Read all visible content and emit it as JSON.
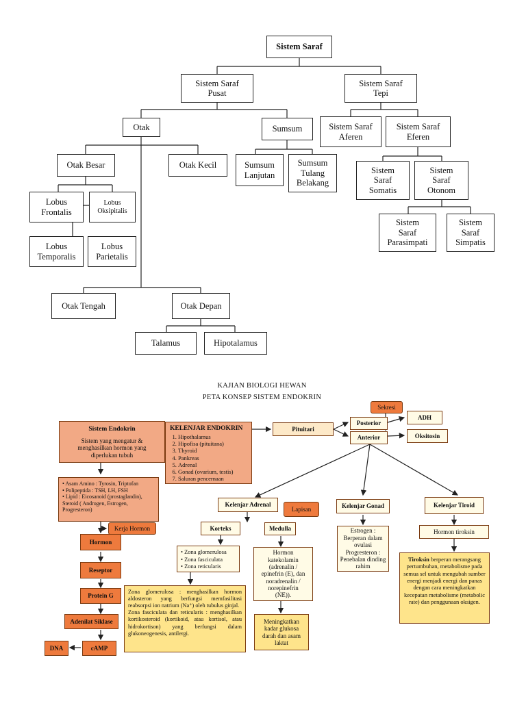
{
  "saraf": {
    "root": "Sistem Saraf",
    "pusat": "Sistem Saraf\nPusat",
    "tepi": "Sistem Saraf\nTepi",
    "otak": "Otak",
    "sumsum": "Sumsum",
    "aferen": "Sistem Saraf\nAferen",
    "eferen": "Sistem Saraf\nEferen",
    "otak_besar": "Otak Besar",
    "otak_kecil": "Otak Kecil",
    "sumsum_lanjutan": "Sumsum\nLanjutan",
    "sumsum_tulang": "Sumsum\nTulang\nBelakang",
    "somatis": "Sistem\nSaraf\nSomatis",
    "otonom": "Sistem\nSaraf\nOtonom",
    "lobus_frontalis": "Lobus\nFrontalis",
    "lobus_oksipitalis": "Lobus\nOksipitalis",
    "lobus_temporalis": "Lobus\nTemporalis",
    "lobus_parietalis": "Lobus\nParietalis",
    "parasimpati": "Sistem\nSaraf\nParasimpati",
    "simpatis": "Sistem\nSaraf\nSimpatis",
    "otak_tengah": "Otak Tengah",
    "otak_depan": "Otak Depan",
    "talamus": "Talamus",
    "hipotalamus": "Hipotalamus"
  },
  "endokrin": {
    "heading1": "KAJIAN BIOLOGI HEWAN",
    "heading2": "PETA KONSEP SISTEM ENDOKRIN",
    "sistem_title": "Sistem Endokrin",
    "sistem_desc": "Sistem yang mengatur &\nmenghasilkan hormon yang\ndiperlukan tubuh",
    "kelenjar_title": "KELENJAR ENDOKRIN",
    "kelenjar_items": [
      "Hipothalamus",
      "Hipofisa (pituitana)",
      "Thyroid",
      "Pankreas",
      "Adrenal",
      "Gonad (ovarium, testis)",
      "Saluran pencernaan"
    ],
    "pituitari": "Pituitari",
    "sekresi": "Sekresi",
    "posterior": "Posterior",
    "anterior": "Anterior",
    "adh": "ADH",
    "oksitosin": "Oksitosin",
    "jenis_lines": [
      "Asam Amino : Tyrosin, Triptofan",
      "Polipeptida   : TSH, LH, FSH",
      "Lipid : Eicosanoid (prostaglandin),\n        Steroid ( Androgen, Estrogen,\n        Progresteron)"
    ],
    "kerja_hormon": "Kerja Hormon",
    "hormon": "Hormon",
    "reseptor": "Reseptor",
    "protein_g": "Protein G",
    "adenilat": "Adenilat Siklase",
    "dna": "DNA",
    "camp": "cAMP",
    "adrenal": "Kelenjar Adrenal",
    "lapisan": "Lapisan",
    "korteks": "Korteks",
    "medulla": "Medulla",
    "zona_list": [
      "Zona glomerulosa",
      "Zona fasciculata",
      "Zona reticularis"
    ],
    "zona_desc": "Zona glomerulosa : menghasilkan hormon aldosteron yang berfungsi memfasilitasi reabsorpsi ion natrium (Na⁺) oleh tubulus ginjal.\nZona fasciculata dan reticularis : menghasilkan kortikosteroid (kortikoid, atau kortisol, atau hidrokortison) yang berfungsi dalam glukoneogenesis, antilergi.",
    "hormon_kat": "Hormon\nkatekolamin\n(adrenalin /\nepinefrin (E), dan\nnoradrenalin /\nnorepinefrin\n(NE)).",
    "meningkatkan": "Meningkatkan\nkadar glukosa\ndarah dan asam\nlaktat",
    "gonad": "Kelenjar Gonad",
    "estrogen": "Estrogen :\nBerperan dalam\novulasi\nProgresteron :\nPenebalan dinding\nrahim",
    "tiroid": "Kelenjar Tiroid",
    "hormon_tiroksin": "Hormon tiroksin",
    "tiroksin_bold": "Tiroksin",
    "tiroksin_desc": " berperan merangsang pertumbuhan, metabolisme pada semua sel untuk mengubah sumber energi menjadi energi dan panas dengan cara meningkatkan kecepatan metabolisme (metabolic rate) dan penggunaan oksigen."
  },
  "colors": {
    "salmon": "#f2a985",
    "orange": "#ee7a3d",
    "yellow": "#fee48b",
    "cream": "#fde9c8"
  }
}
